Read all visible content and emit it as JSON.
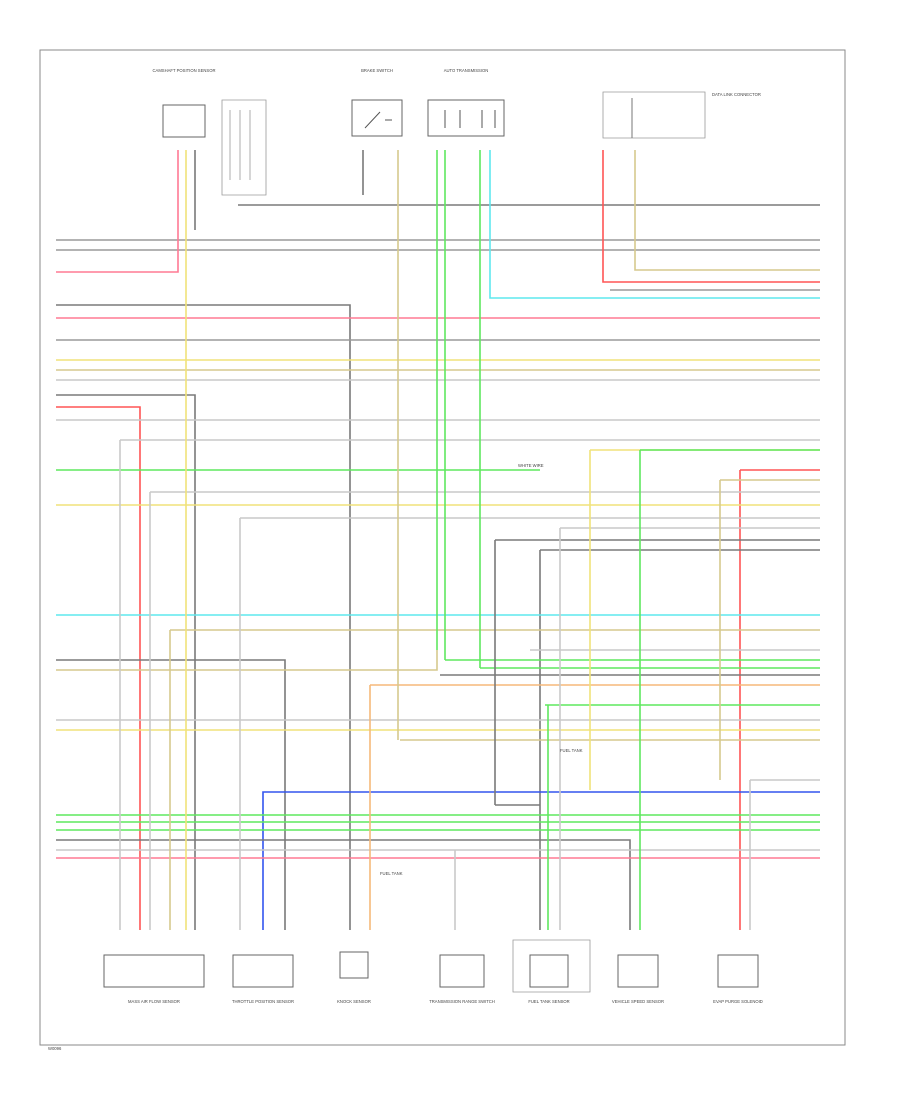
{
  "diagram": {
    "page_code": "W0096",
    "colors": {
      "pink": "#ff7a94",
      "yellow": "#f0e27a",
      "green": "#5fe85f",
      "cyan": "#5fe8ee",
      "blue": "#3355ee",
      "gray": "#7a7a7a",
      "tan": "#d6c98d",
      "red": "#ff5555",
      "orange": "#f5b97a",
      "lightgray": "#c9c9c9",
      "olive": "#c7b44a"
    },
    "top_components": [
      {
        "name": "top-component-1",
        "label": "CAMSHAFT POSITION SENSOR"
      },
      {
        "name": "top-component-2",
        "label": "BRAKE SWITCH"
      },
      {
        "name": "top-component-3",
        "label": "AUTO TRANSMISSION"
      },
      {
        "name": "top-component-4",
        "label": "DATA LINK CONNECTOR"
      }
    ],
    "bottom_components": [
      {
        "name": "bottom-component-1",
        "label": "MASS AIR FLOW SENSOR"
      },
      {
        "name": "bottom-component-2",
        "label": "THROTTLE POSITION SENSOR"
      },
      {
        "name": "bottom-component-3",
        "label": "KNOCK SENSOR"
      },
      {
        "name": "bottom-component-4",
        "label": "TRANSMISSION RANGE SWITCH"
      },
      {
        "name": "bottom-component-5",
        "label": "FUEL TANK SENSOR"
      },
      {
        "name": "bottom-component-6",
        "label": "VEHICLE SPEED SENSOR"
      },
      {
        "name": "bottom-component-7",
        "label": "EVAP PURGE SOLENOID"
      }
    ],
    "note_1": "WHITE WIRE",
    "note_2": "FUEL TANK",
    "note_3": "FUEL TANK"
  }
}
